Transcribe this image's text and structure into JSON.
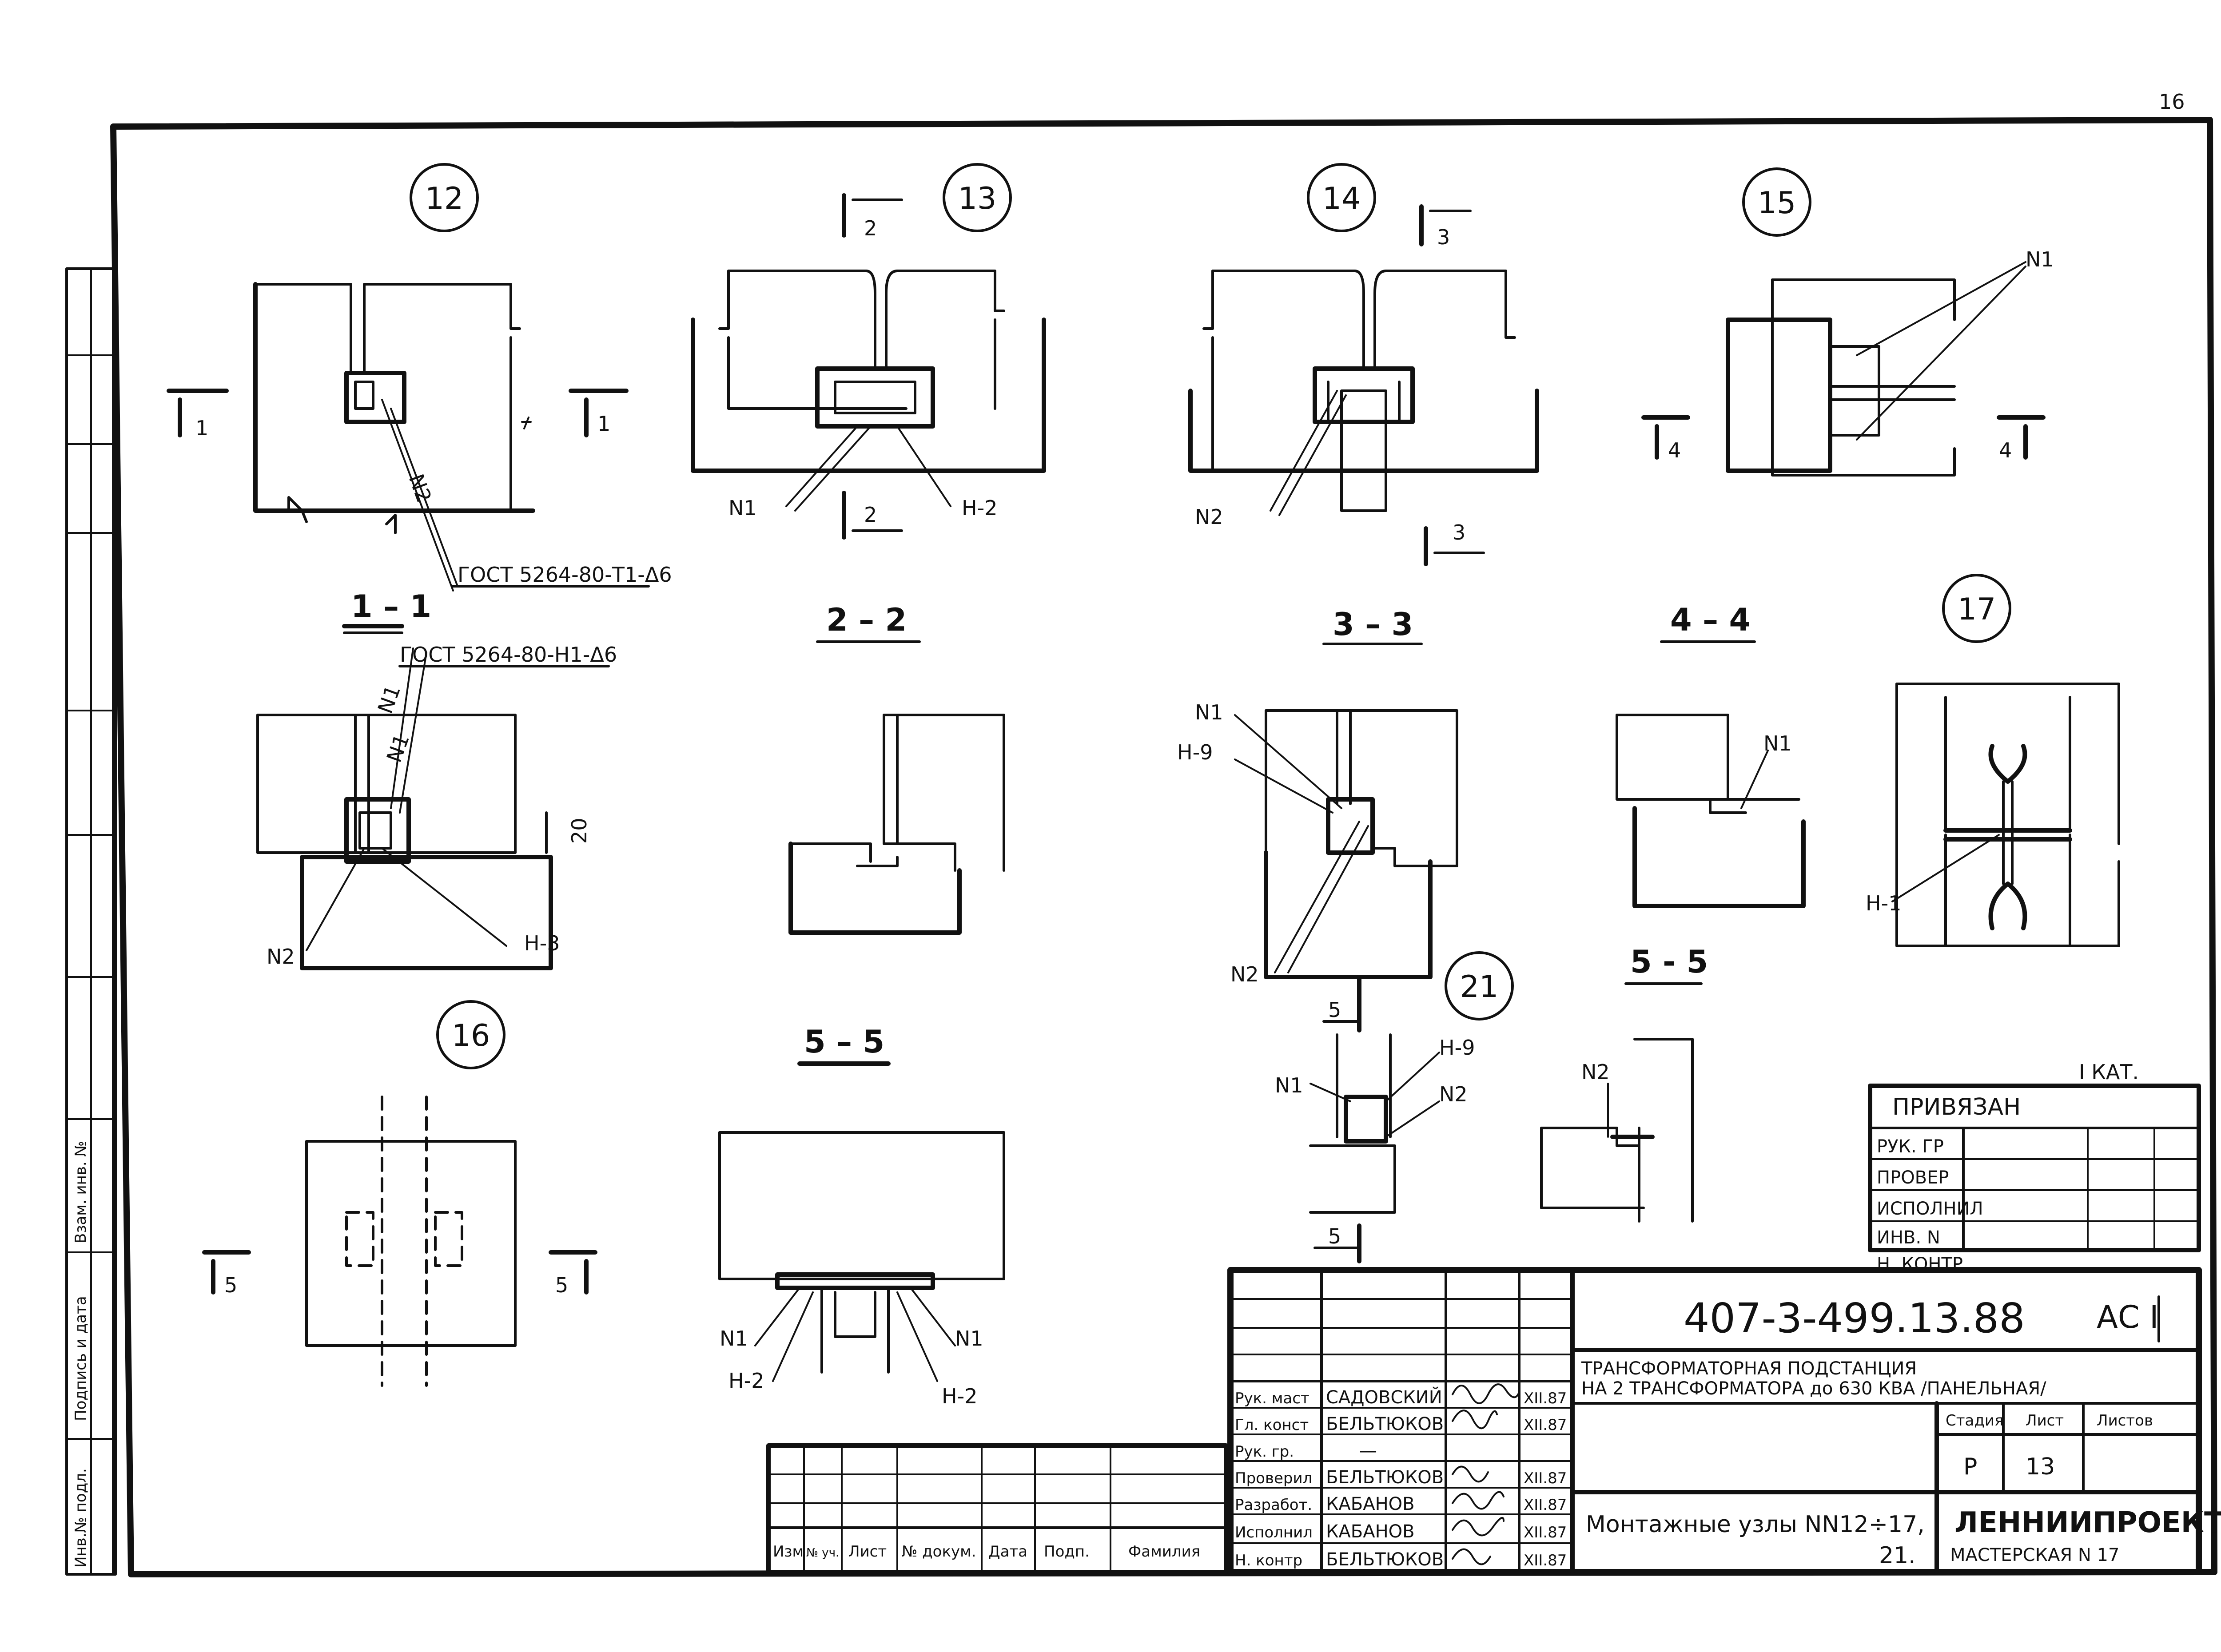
{
  "sheet_page_number": "16",
  "details": [
    {
      "id": "n12",
      "number": "12"
    },
    {
      "id": "n13",
      "number": "13"
    },
    {
      "id": "n14",
      "number": "14"
    },
    {
      "id": "n15",
      "number": "15"
    },
    {
      "id": "n16",
      "number": "16"
    },
    {
      "id": "n17",
      "number": "17"
    },
    {
      "id": "n21",
      "number": "21"
    }
  ],
  "cut_marks": {
    "c1l": "1",
    "c1r": "1",
    "c2t": "2",
    "c2b": "2",
    "c3t": "3",
    "c3b": "3",
    "c4l": "4",
    "c4r": "4",
    "c5l": "5",
    "c5r": "5",
    "c5t": "5",
    "c5b": "5"
  },
  "section_titles": {
    "s11": "1 – 1",
    "s22": "2 – 2",
    "s33": "3 – 3",
    "s44": "4 – 4",
    "s55a": "5 – 5",
    "s55b": "5 - 5"
  },
  "callouts": {
    "n12_n2": "N2",
    "n12_gost": "ГОСТ 5264-80-Т1-Δ6",
    "n13_n1": "N1",
    "n13_h2": "H-2",
    "n14_n2": "N2",
    "n15_n1": "N1",
    "s11_gost": "ГОСТ 5264-80-Н1-Δ6",
    "s11_n1": "N1",
    "s11_n1b": "N1",
    "s11_dim": "20",
    "s11_n2": "N2",
    "s11_h3": "H-3",
    "s33_n1": "N1",
    "s33_h9": "H-9",
    "s33_n2": "N2",
    "s44_n1": "N1",
    "n17_h1": "H-1",
    "s55_n1l": "N1",
    "s55_n1r": "N1",
    "s55_h2l": "H-2",
    "s55_h2r": "H-2",
    "n21_n1": "N1",
    "n21_h9": "H-9",
    "n21_n2": "N2",
    "s55b_n2": "N2"
  },
  "category_note": "I КАТ.",
  "binding_block": {
    "title": "ПРИВЯЗАН",
    "rows": [
      "РУК. ГР",
      "ПРОВЕР",
      "ИСПОЛНИЛ",
      "ИНВ. N",
      "Н. КОНТР."
    ]
  },
  "revision_table": {
    "headers": [
      "Изм",
      "№ уч.",
      "Лист",
      "№ докум.",
      "Дата",
      "Подп.",
      "Фамилия"
    ]
  },
  "left_strip_labels": [
    "Инв.№ подл.",
    "Подпись и дата",
    "Взам. инв. №"
  ],
  "title_block": {
    "code": "407-3-499.13.88",
    "mark": "АС І",
    "title_line1": "ТРАНСФОРМАТОРНАЯ    ПОДСТАНЦИЯ",
    "title_line2": "НА 2 ТРАНСФОРМАТОРА до 630 КВА  /ПАНЕЛЬНАЯ/",
    "stage_label": "Стадия",
    "sheet_label": "Лист",
    "sheets_label": "Листов",
    "stage_value": "Р",
    "sheet_value": "13",
    "sheets_value": "",
    "drawing_name_line1": "Монтажные узлы NN12÷17,",
    "drawing_name_line2": "21.",
    "org_line1": "ЛЕННИИПРОЕКТ",
    "org_line2": "МАСТЕРСКАЯ N 17",
    "signatories": [
      {
        "role": "Рук. маст",
        "name": "САДОВСКИЙ",
        "date": "ХІІ.87"
      },
      {
        "role": "Гл. конст",
        "name": "БЕЛЬТЮКОВ",
        "date": "ХІІ.87"
      },
      {
        "role": "Рук. гр.",
        "name": "—",
        "date": ""
      },
      {
        "role": "Проверил",
        "name": "БЕЛЬТЮКОВ",
        "date": "ХІІ.87"
      },
      {
        "role": "Разработ.",
        "name": "КАБАНОВ",
        "date": "ХІІ.87"
      },
      {
        "role": "Исполнил",
        "name": "КАБАНОВ",
        "date": "ХІІ.87"
      },
      {
        "role": "Н. контр",
        "name": "БЕЛЬТЮКОВ",
        "date": "ХІІ.87"
      }
    ]
  }
}
